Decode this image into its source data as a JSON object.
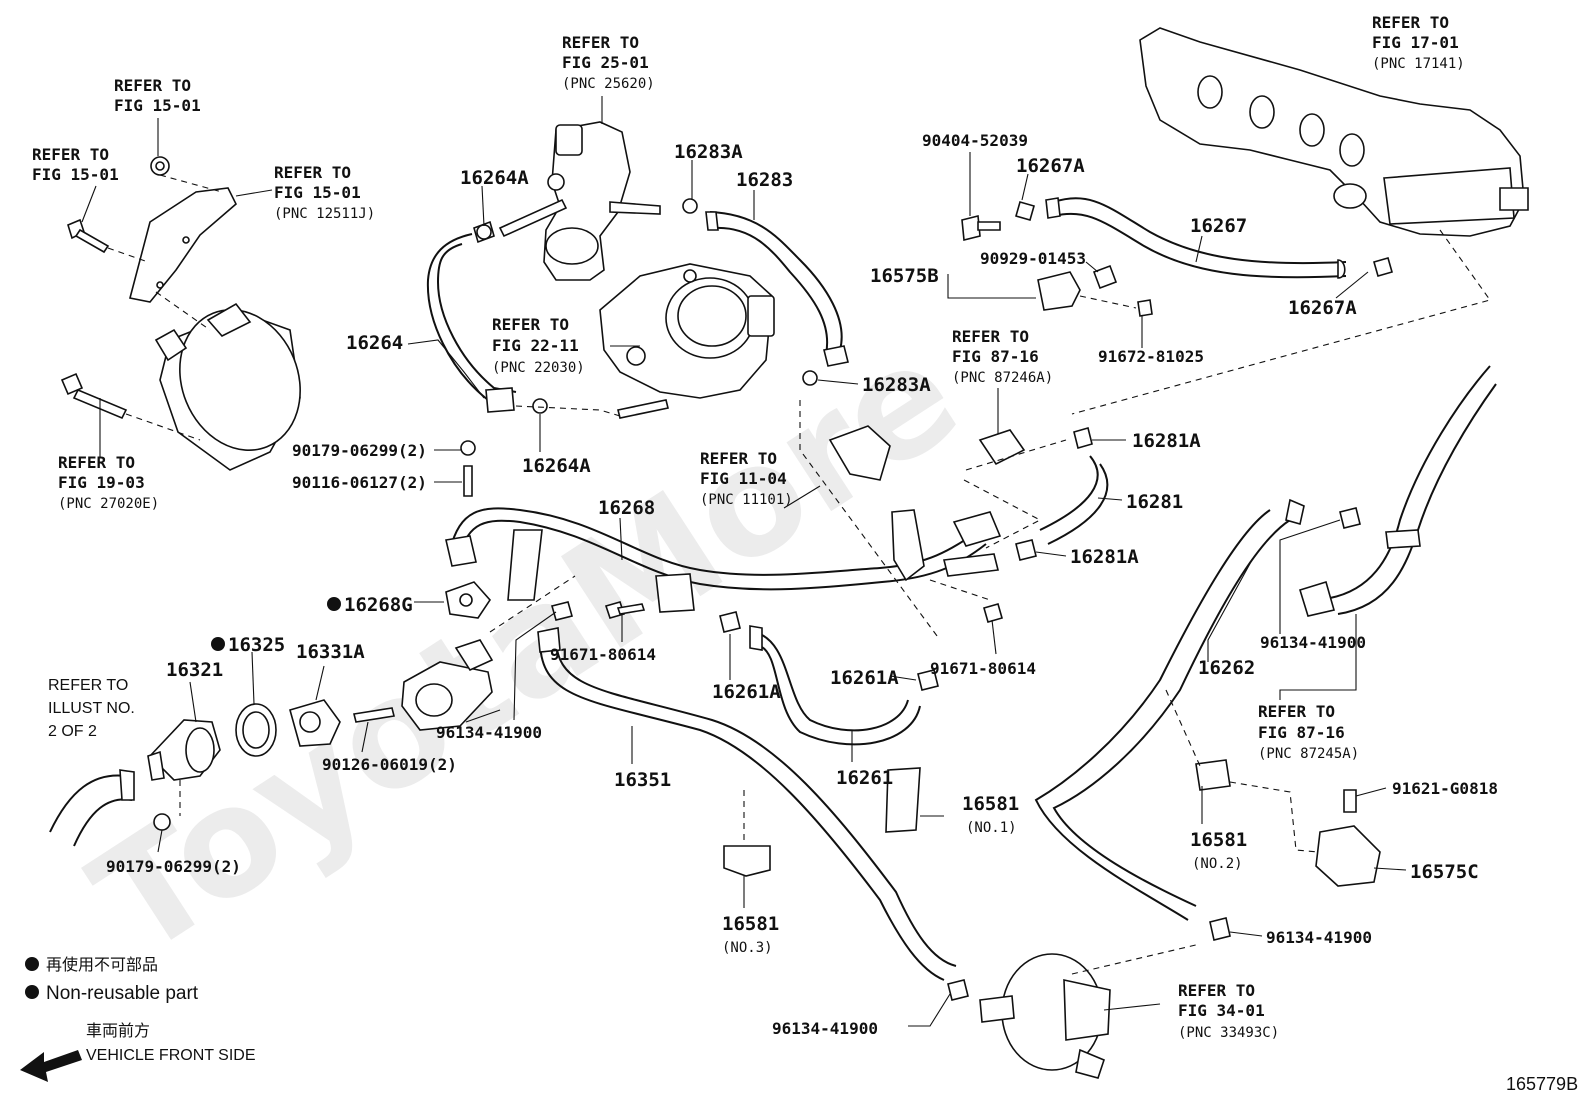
{
  "diagram_code": "165779B",
  "watermark": "ToyotaMore",
  "legend": {
    "non_reusable_jp": "再使用不可部品",
    "non_reusable_en": "Non-reusable part",
    "front_jp": "車両前方",
    "front_en": "VEHICLE FRONT SIDE"
  },
  "refer_blocks": {
    "fig25": {
      "l1": "REFER TO",
      "l2": "FIG 25-01",
      "pnc": "(PNC 25620)"
    },
    "fig1501a": {
      "l1": "REFER TO",
      "l2": "FIG 15-01"
    },
    "fig1501b": {
      "l1": "REFER TO",
      "l2": "FIG 15-01"
    },
    "fig1501c": {
      "l1": "REFER TO",
      "l2": "FIG 15-01",
      "pnc": "(PNC 12511J)"
    },
    "fig1701": {
      "l1": "REFER TO",
      "l2": "FIG 17-01",
      "pnc": "(PNC 17141)"
    },
    "fig2211": {
      "l1": "REFER TO",
      "l2": "FIG 22-11",
      "pnc": "(PNC 22030)"
    },
    "fig8716a": {
      "l1": "REFER TO",
      "l2": "FIG 87-16",
      "pnc": "(PNC 87246A)"
    },
    "fig1903": {
      "l1": "REFER TO",
      "l2": "FIG 19-03",
      "pnc": "(PNC 27020E)"
    },
    "fig1104": {
      "l1": "REFER TO",
      "l2": "FIG 11-04",
      "pnc": "(PNC 11101)"
    },
    "fig8716b": {
      "l1": "REFER TO",
      "l2": "FIG 87-16",
      "pnc": "(PNC 87245A)"
    },
    "fig3401": {
      "l1": "REFER TO",
      "l2": "FIG 34-01",
      "pnc": "(PNC 33493C)"
    },
    "illust": {
      "l1": "REFER TO",
      "l2": "ILLUST NO.",
      "l3": "2 OF 2"
    }
  },
  "parts": {
    "p16264A_top": "16264A",
    "p16264": "16264",
    "p16264A_bot": "16264A",
    "p16283A_top": "16283A",
    "p16283": "16283",
    "p16283A_mid": "16283A",
    "p90404": "90404-52039",
    "p16267A_top": "16267A",
    "p16267": "16267",
    "p16267A_right": "16267A",
    "p16575B": "16575B",
    "p90929": "90929-01453",
    "p91672": "91672-81025",
    "p16281A_top": "16281A",
    "p16281": "16281",
    "p16281A_bot": "16281A",
    "p90179_top": "90179-06299(2)",
    "p90116": "90116-06127(2)",
    "p16268": "16268",
    "p16268G": "16268G",
    "p16325": "16325",
    "p16321": "16321",
    "p16331A": "16331A",
    "p90126": "90126-06019(2)",
    "p96134_a": "96134-41900",
    "p91671_a": "91671-80614",
    "p91671_b": "91671-80614",
    "p16261A_a": "16261A",
    "p16261A_b": "16261A",
    "p16261": "16261",
    "p16351": "16351",
    "p16581_1": "16581",
    "p16581_1_no": "(NO.1)",
    "p16581_2": "16581",
    "p16581_2_no": "(NO.2)",
    "p16581_3": "16581",
    "p16581_3_no": "(NO.3)",
    "p16262": "16262",
    "p96134_b": "96134-41900",
    "p91621": "91621-G0818",
    "p16575C": "16575C",
    "p96134_c": "96134-41900",
    "p96134_d": "96134-41900",
    "p90179_bot": "90179-06299(2)"
  }
}
